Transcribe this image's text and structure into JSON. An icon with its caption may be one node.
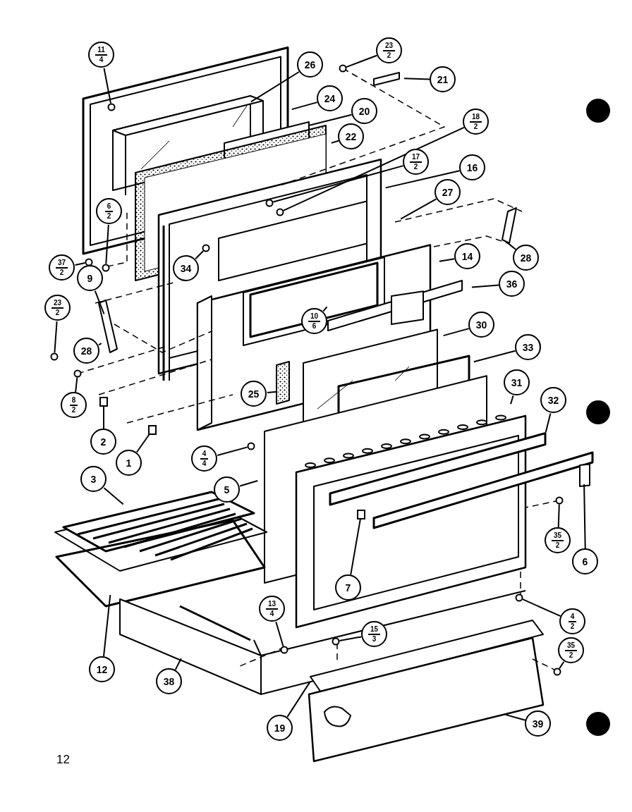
{
  "diagram": {
    "nodes": [
      {
        "text": [
          "11",
          "4"
        ]
      },
      {
        "text": [
          "23",
          "2"
        ]
      },
      {
        "text": [
          "26"
        ]
      },
      {
        "text": [
          "21"
        ]
      },
      {
        "text": [
          "24"
        ]
      },
      {
        "text": [
          "20"
        ]
      },
      {
        "text": [
          "22"
        ]
      },
      {
        "text": [
          "18",
          "2"
        ]
      },
      {
        "text": [
          "17",
          "2"
        ]
      },
      {
        "text": [
          "16"
        ]
      },
      {
        "text": [
          "6",
          "2"
        ]
      },
      {
        "text": [
          "27"
        ]
      },
      {
        "text": [
          "34"
        ]
      },
      {
        "text": [
          "28"
        ]
      },
      {
        "text": [
          "37",
          "2"
        ]
      },
      {
        "text": [
          "9"
        ]
      },
      {
        "text": [
          "14"
        ]
      },
      {
        "text": [
          "36"
        ]
      },
      {
        "text": [
          "10",
          "6"
        ]
      },
      {
        "text": [
          "23",
          "2"
        ]
      },
      {
        "text": [
          "28"
        ]
      },
      {
        "text": [
          "30"
        ]
      },
      {
        "text": [
          "33"
        ]
      },
      {
        "text": [
          "8",
          "2"
        ]
      },
      {
        "text": [
          "25"
        ]
      },
      {
        "text": [
          "31"
        ]
      },
      {
        "text": [
          "32"
        ]
      },
      {
        "text": [
          "2"
        ]
      },
      {
        "text": [
          "1"
        ]
      },
      {
        "text": [
          "4",
          "4"
        ]
      },
      {
        "text": [
          "5"
        ]
      },
      {
        "text": [
          "3"
        ]
      },
      {
        "text": [
          "35",
          "2"
        ]
      },
      {
        "text": [
          "6"
        ]
      },
      {
        "text": [
          "7"
        ]
      },
      {
        "text": [
          "4",
          "2"
        ]
      },
      {
        "text": [
          "13",
          "4"
        ]
      },
      {
        "text": [
          "15",
          "3"
        ]
      },
      {
        "text": [
          "35",
          "2"
        ]
      },
      {
        "text": [
          "12"
        ]
      },
      {
        "text": [
          "38"
        ]
      },
      {
        "text": [
          "19"
        ]
      },
      {
        "text": [
          "39"
        ]
      },
      {
        "text": [],
        "shape": "circle"
      },
      {
        "text": [],
        "shape": "circle"
      },
      {
        "text": [],
        "shape": "circle"
      },
      {
        "text": [],
        "shape": "circle"
      },
      {
        "text": [],
        "shape": "circle"
      },
      {
        "text": [],
        "shape": "circle"
      },
      {
        "text": [],
        "shape": "circle"
      },
      {
        "text": [],
        "shape": "circle"
      },
      {
        "text": [],
        "shape": "circle"
      },
      {
        "text": [],
        "shape": "box"
      },
      {
        "text": [],
        "shape": "box"
      },
      {
        "text": [],
        "shape": "circle"
      },
      {
        "text": [],
        "shape": "circle"
      },
      {
        "text": [],
        "shape": "box"
      },
      {
        "text": [],
        "shape": "circle"
      },
      {
        "text": [],
        "shape": "circle"
      },
      {
        "text": [],
        "shape": "circle"
      },
      {
        "text": [],
        "shape": "circle"
      }
    ],
    "edges": [
      {
        "from": 0,
        "to": 44,
        "arrow": "none"
      },
      {
        "from": 1,
        "to": 43,
        "arrow": "none"
      },
      {
        "from": 2,
        "to": null,
        "arrow": "none"
      },
      {
        "from": 3,
        "to": null,
        "arrow": "none"
      },
      {
        "from": 4,
        "to": null,
        "arrow": "none"
      },
      {
        "from": 5,
        "to": null,
        "arrow": "none"
      },
      {
        "from": 6,
        "to": null,
        "arrow": "none"
      },
      {
        "from": 7,
        "to": 46,
        "arrow": "none"
      },
      {
        "from": 8,
        "to": 45,
        "arrow": "none"
      },
      {
        "from": 9,
        "to": null,
        "arrow": "none"
      },
      {
        "from": 10,
        "to": 49,
        "arrow": "none"
      },
      {
        "from": 11,
        "to": null,
        "arrow": "none"
      },
      {
        "from": 12,
        "to": 47,
        "arrow": "none"
      },
      {
        "from": 13,
        "to": null,
        "arrow": "none"
      },
      {
        "from": 14,
        "to": 48,
        "arrow": "none"
      },
      {
        "from": 15,
        "to": null,
        "arrow": "none"
      },
      {
        "from": 16,
        "to": null,
        "arrow": "none"
      },
      {
        "from": 17,
        "to": null,
        "arrow": "none"
      },
      {
        "from": 18,
        "to": null,
        "arrow": "none"
      },
      {
        "from": 19,
        "to": 50,
        "arrow": "none"
      },
      {
        "from": 20,
        "to": null,
        "arrow": "none"
      },
      {
        "from": 21,
        "to": null,
        "arrow": "none"
      },
      {
        "from": 22,
        "to": null,
        "arrow": "none"
      },
      {
        "from": 23,
        "to": 51,
        "arrow": "none"
      },
      {
        "from": 24,
        "to": null,
        "arrow": "none"
      },
      {
        "from": 25,
        "to": null,
        "arrow": "none"
      },
      {
        "from": 26,
        "to": null,
        "arrow": "none"
      },
      {
        "from": 27,
        "to": 52,
        "arrow": "none"
      },
      {
        "from": 28,
        "to": 53,
        "arrow": "none"
      },
      {
        "from": 29,
        "to": 54,
        "arrow": "none"
      },
      {
        "from": 30,
        "to": null,
        "arrow": "none"
      },
      {
        "from": 31,
        "to": null,
        "arrow": "none"
      },
      {
        "from": 32,
        "to": 55,
        "arrow": "none"
      },
      {
        "from": 33,
        "to": null,
        "arrow": "none"
      },
      {
        "from": 34,
        "to": 56,
        "arrow": "none"
      },
      {
        "from": 35,
        "to": 57,
        "arrow": "none"
      },
      {
        "from": 36,
        "to": 59,
        "arrow": "none"
      },
      {
        "from": 37,
        "to": 58,
        "arrow": "none"
      },
      {
        "from": 38,
        "to": 60,
        "arrow": "none"
      },
      {
        "from": 39,
        "to": null,
        "arrow": "none"
      },
      {
        "from": 40,
        "to": null,
        "arrow": "none"
      },
      {
        "from": 41,
        "to": null,
        "arrow": "none"
      },
      {
        "from": 42,
        "to": null,
        "arrow": "none"
      }
    ],
    "labels": [
      "12"
    ]
  }
}
